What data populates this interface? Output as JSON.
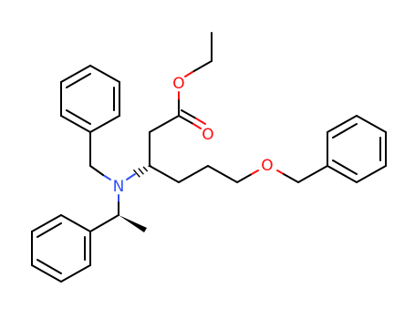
{
  "molecule": {
    "atoms": {
      "ester_ether_oxygen": {
        "symbol": "O",
        "color": "#ff0d0d"
      },
      "carbonyl_oxygen": {
        "symbol": "O",
        "color": "#ff0d0d"
      },
      "ether_oxygen": {
        "symbol": "O",
        "color": "#ff0d0d"
      },
      "amine_nitrogen": {
        "symbol": "N",
        "color": "#3050f8"
      }
    },
    "colors": {
      "bond": "#000000",
      "oxygen": "#ff0d0d",
      "nitrogen": "#3050f8",
      "background": "#ffffff"
    }
  }
}
